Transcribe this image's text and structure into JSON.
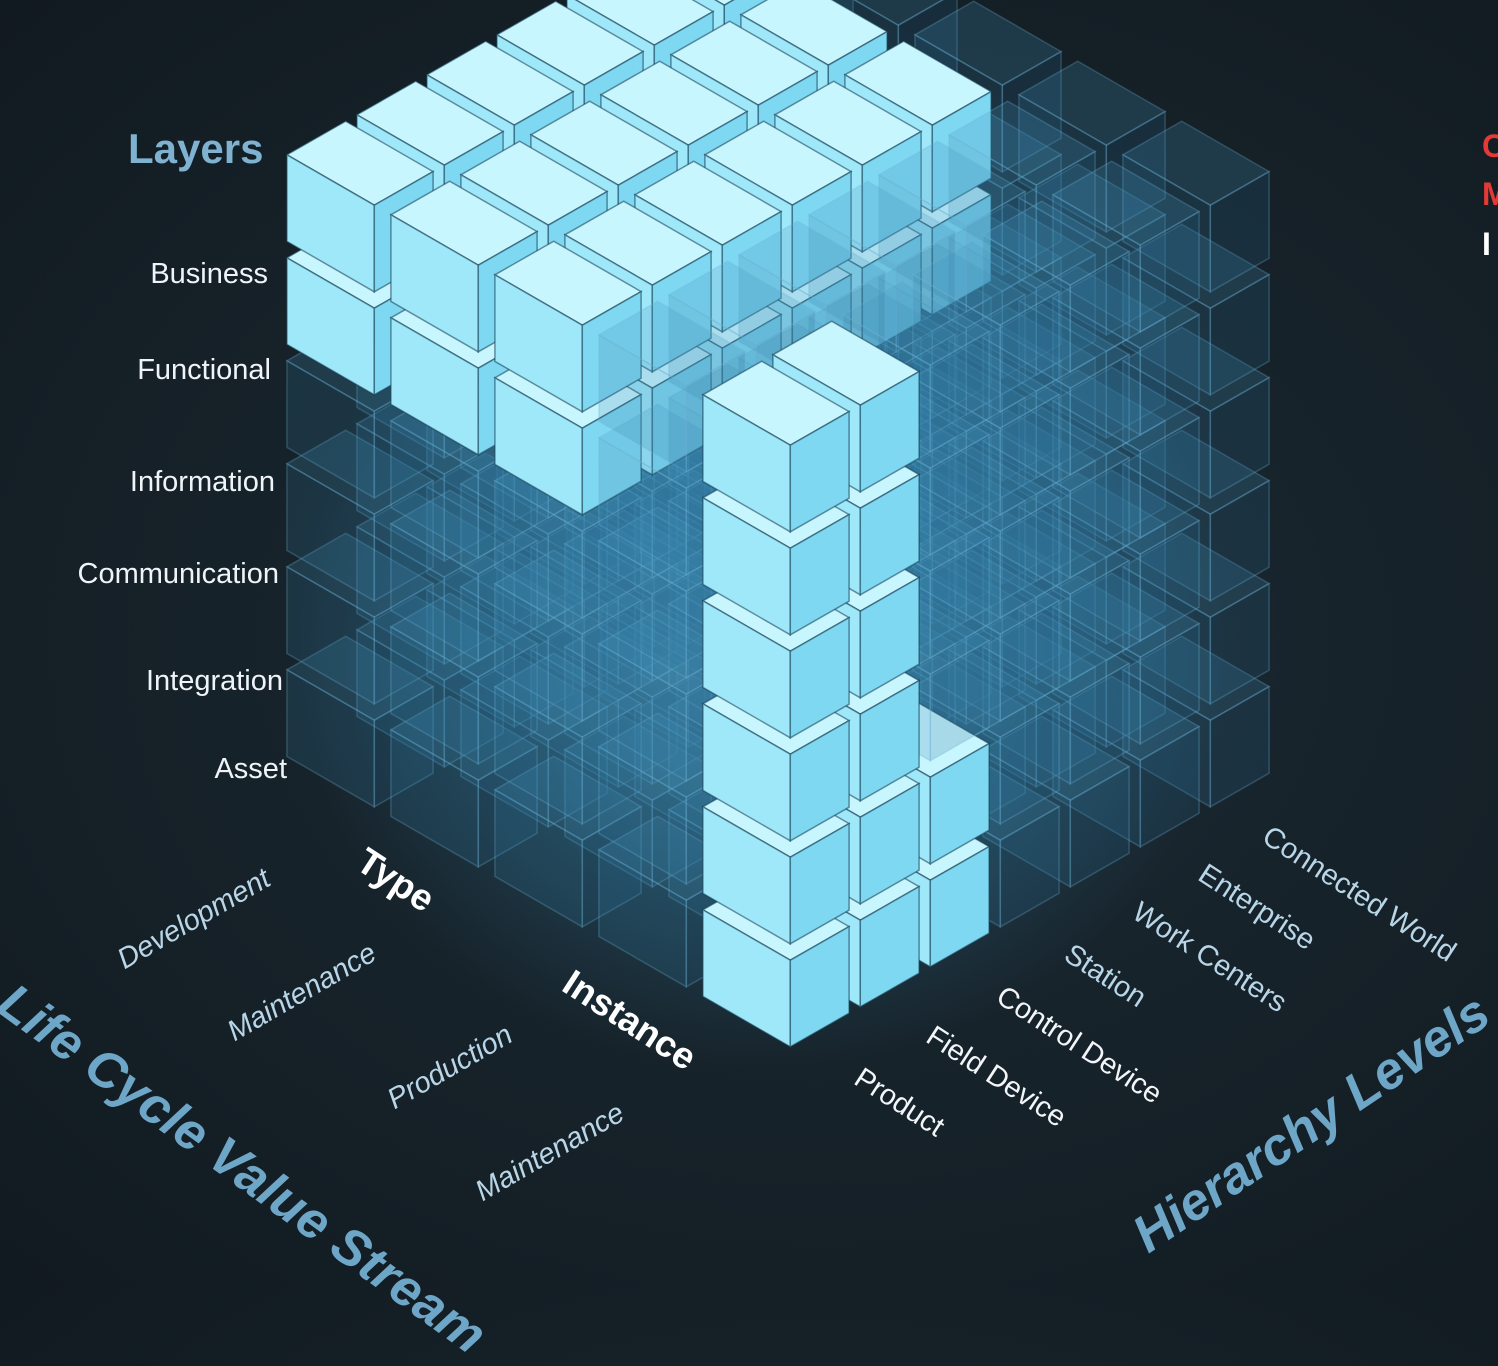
{
  "layers": {
    "title": "Layers",
    "items": [
      "Business",
      "Functional",
      "Information",
      "Communication",
      "Integration",
      "Asset"
    ]
  },
  "life_cycle": {
    "axis_title": "Life Cycle Value Stream",
    "type_label": "Type",
    "instance_label": "Instance",
    "type_items": [
      "Development",
      "Maintenance"
    ],
    "instance_items": [
      "Production",
      "Maintenance"
    ]
  },
  "hierarchy": {
    "axis_title": "Hierarchy Levels",
    "items": [
      "Product",
      "Field Device",
      "Control Device",
      "Station",
      "Work Centers",
      "Enterprise",
      "Connected World"
    ]
  },
  "corner_text": [
    "C",
    "M",
    "I"
  ],
  "colors": {
    "background": "#17232b",
    "cube_bright": "#8fe6f8",
    "cube_dim": "#1f5470",
    "accent_red": "#e53935",
    "label_blue": "#6ea6c8"
  }
}
